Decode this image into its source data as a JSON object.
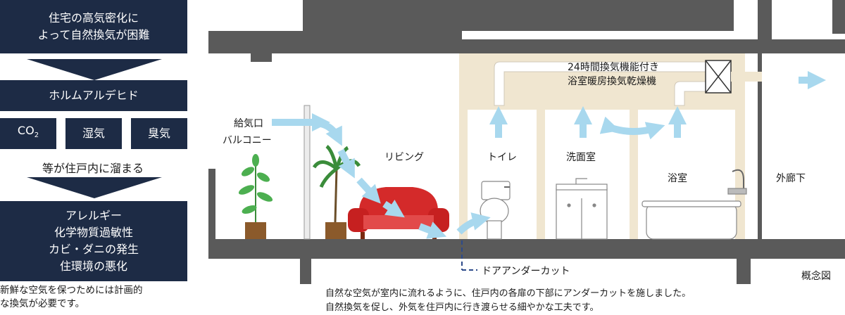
{
  "flow": {
    "box1": [
      "住宅の高気密化に",
      "よって自然換気が困難"
    ],
    "box2": "ホルムアルデヒド",
    "co2": {
      "main": "CO",
      "sub": "2"
    },
    "humidity": "湿気",
    "odor": "臭気",
    "accumulate": "等が住戸内に溜まる",
    "effects": [
      "アレルギー",
      "化学物質過敏性",
      "カビ・ダニの発生",
      "住環境の悪化"
    ],
    "conclusion": [
      "新鮮な空気を保つためには計画的",
      "な換気が必要です。"
    ]
  },
  "scene": {
    "intake": "給気口",
    "balcony": "バルコニー",
    "living": "リビング",
    "toilet": "トイレ",
    "washroom": "洗面室",
    "bathroom": "浴室",
    "corridor": "外廊下",
    "fan": [
      "24時間換気機能付き",
      "浴室暖房換気乾燥機"
    ],
    "undercut": "ドアアンダーカット"
  },
  "caption": [
    "自然な空気が室内に流れるように、住戸内の各扉の下部にアンダーカットを施しました。",
    "自然換気を促し、外気を住戸内に行き渡らせる細やかな工夫です。"
  ],
  "concept": "概念図",
  "colors": {
    "navy": "#1d2b45",
    "wall": "#5a5a5a",
    "duct": "#f0e6d0",
    "arrow": "#a8d8ee",
    "sofa": "#d42a2a"
  }
}
